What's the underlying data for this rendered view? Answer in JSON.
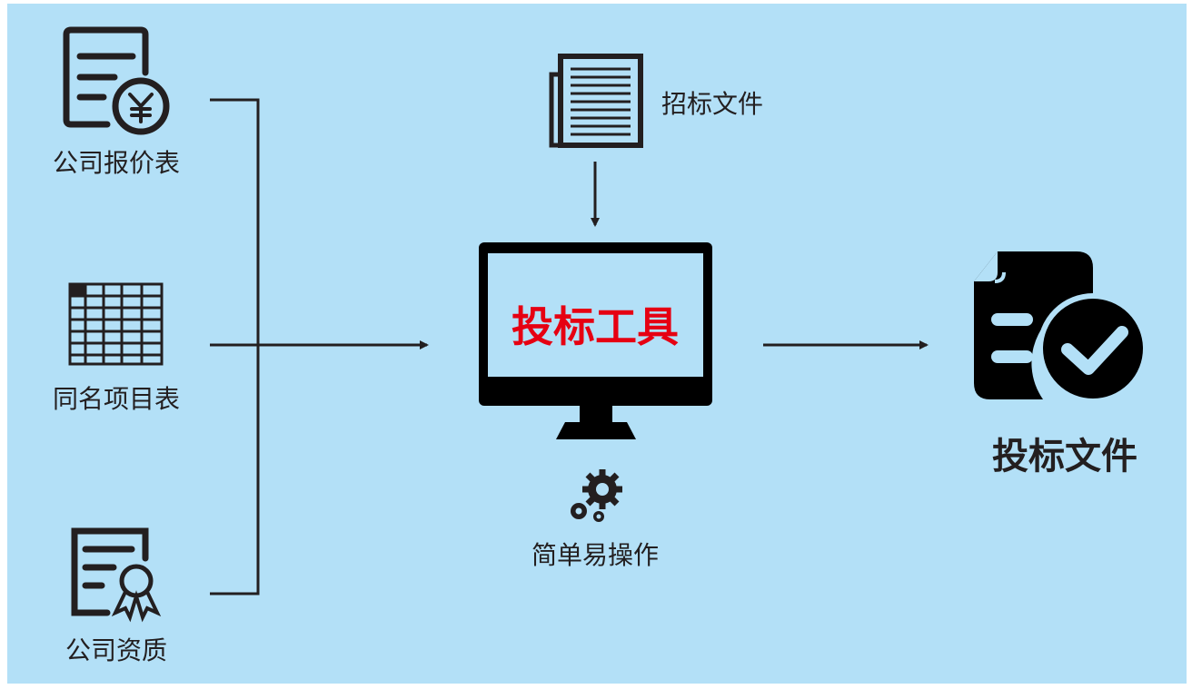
{
  "inputs": [
    {
      "label": "公司报价表",
      "icon": "price-list-icon"
    },
    {
      "label": "同名项目表",
      "icon": "table-icon"
    },
    {
      "label": "公司资质",
      "icon": "certificate-icon"
    }
  ],
  "tender_doc": {
    "label": "招标文件",
    "icon": "document-icon"
  },
  "tool": {
    "label": "投标工具",
    "icon": "monitor-icon"
  },
  "ease": {
    "label": "简单易操作",
    "icon": "gears-icon"
  },
  "output": {
    "label": "投标文件",
    "icon": "document-check-icon"
  },
  "colors": {
    "background": "#b3e0f7",
    "screen": "#b3e0f7",
    "tool_text": "#e60012",
    "ink": "#231f20"
  }
}
